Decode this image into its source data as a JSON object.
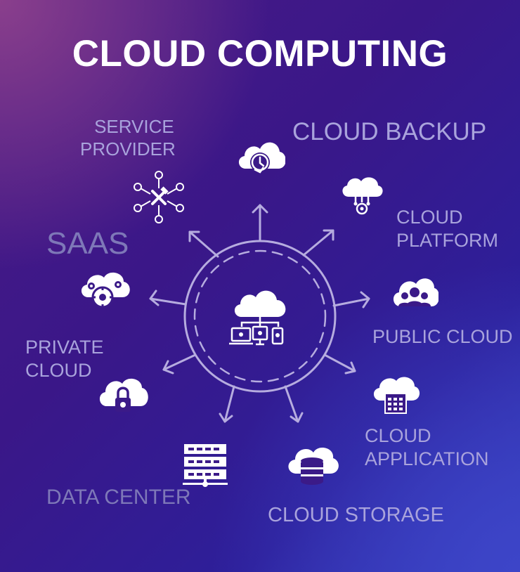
{
  "title": "CLOUD COMPUTING",
  "nodes": {
    "service_provider": {
      "line1": "SERVICE",
      "line2": "PROVIDER"
    },
    "cloud_backup": {
      "label": "CLOUD BACKUP"
    },
    "cloud_platform": {
      "line1": "CLOUD",
      "line2": "PLATFORM"
    },
    "saas": {
      "label": "SAAS"
    },
    "public_cloud": {
      "label": "PUBLIC CLOUD"
    },
    "private_cloud": {
      "line1": "PRIVATE",
      "line2": "CLOUD"
    },
    "cloud_application": {
      "line1": "CLOUD",
      "line2": "APPLICATION"
    },
    "data_center": {
      "label": "DATA CENTER"
    },
    "cloud_storage": {
      "label": "CLOUD STORAGE"
    }
  },
  "icons": [
    "cloud-network-devices-icon",
    "cloud-backup-icon",
    "cloud-platform-icon",
    "service-provider-network-icon",
    "saas-cloud-gears-icon",
    "public-cloud-users-icon",
    "private-cloud-lock-icon",
    "cloud-application-icon",
    "data-center-server-icon",
    "cloud-storage-database-icon"
  ],
  "colors": {
    "label": "#a9a3dc",
    "label_dim": "#7e78b8",
    "ring": "#b6acdf",
    "icon": "#ffffff"
  }
}
